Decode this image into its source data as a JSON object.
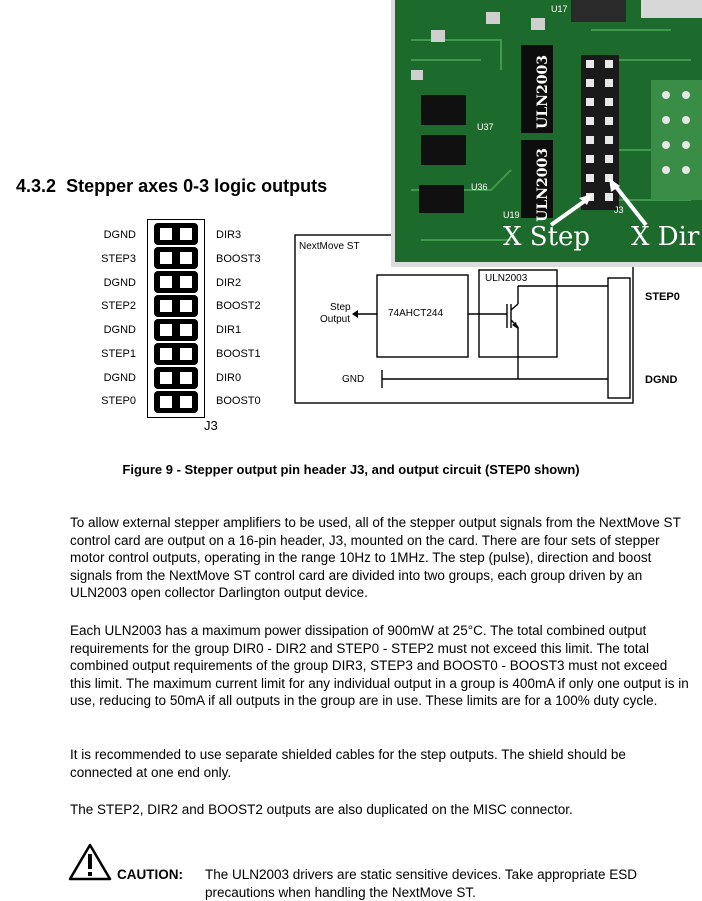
{
  "section": {
    "number": "4.3.2",
    "title": "Stepper axes 0-3 logic outputs"
  },
  "header_pins": {
    "left": [
      "DGND",
      "STEP3",
      "DGND",
      "STEP2",
      "DGND",
      "STEP1",
      "DGND",
      "STEP0"
    ],
    "right": [
      "DIR3",
      "BOOST3",
      "DIR2",
      "BOOST2",
      "DIR1",
      "BOOST1",
      "DIR0",
      "BOOST0"
    ],
    "connector_name": "J3"
  },
  "circuit": {
    "box_title": "NextMove ST",
    "input_label_line1": "Step",
    "input_label_line2": "Output",
    "buffer_chip": "74AHCT244",
    "driver_chip": "ULN2003",
    "gnd_label": "GND",
    "output_label": "STEP0",
    "ground_output_label": "DGND"
  },
  "photo": {
    "chip_label": "ULN2003",
    "step_annotation": "X Step",
    "dir_annotation": "X Dir",
    "silk_labels": [
      "U17",
      "U37",
      "U36",
      "U19",
      "J3"
    ]
  },
  "figure_caption": "Figure 9 - Stepper output pin header J3, and output circuit (STEP0 shown)",
  "paragraphs": [
    "To allow external stepper amplifiers to be used, all of the stepper output signals from the NextMove ST control card are output on a 16-pin header, J3, mounted on the card. There are four sets of stepper motor control outputs, operating in the range 10Hz to 1MHz. The step (pulse), direction and boost signals from the NextMove ST control card are divided into two groups, each group driven by an ULN2003 open collector Darlington output device.",
    "Each ULN2003 has a maximum power dissipation of 900mW at 25°C. The total combined output requirements for the group DIR0 - DIR2 and STEP0 - STEP2 must not exceed this limit. The total combined output requirements of the group DIR3, STEP3 and BOOST0 - BOOST3 must not exceed this limit. The maximum current limit for any individual output in a group is 400mA if only one output is in use, reducing to 50mA if all outputs in the group are in use. These limits are for a 100% duty cycle.",
    "It is recommended to use separate shielded cables for the step outputs. The shield should be connected at one end only.",
    "The STEP2, DIR2 and BOOST2 outputs are also duplicated on the MISC connector."
  ],
  "caution": {
    "label": "CAUTION:",
    "text": "The ULN2003 drivers are static sensitive devices. Take appropriate ESD precautions when handling the NextMove ST."
  },
  "colors": {
    "pcb_green": "#1d6b2c",
    "annotation_text": "#ffffff"
  }
}
